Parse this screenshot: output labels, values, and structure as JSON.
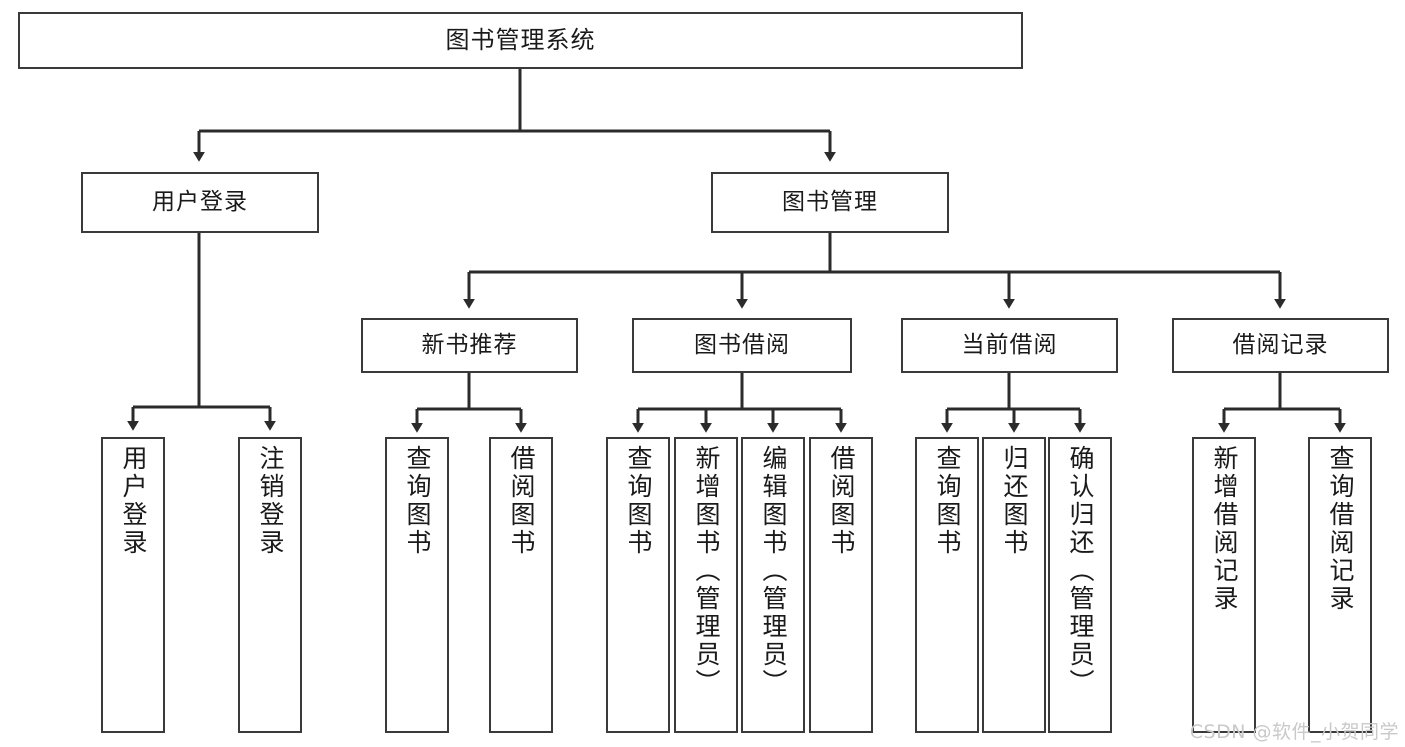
{
  "diagram": {
    "title": "图书管理系统",
    "type": "tree",
    "watermark": "CSDN @软件_小贺同学",
    "colors": {
      "box_border": "#3a3a3a",
      "box_fill": "#ffffff",
      "edge": "#2b2b2b",
      "text": "#1a1a1a",
      "watermark": "#c9c9c9",
      "background": "#ffffff"
    },
    "nodes": {
      "root": {
        "label": "图书管理系统",
        "orientation": "horizontal"
      },
      "level2": [
        {
          "id": "user-login",
          "label": "用户登录",
          "orientation": "horizontal"
        },
        {
          "id": "book-manage",
          "label": "图书管理",
          "orientation": "horizontal"
        }
      ],
      "level3": [
        {
          "id": "new-book-rec",
          "label": "新书推荐",
          "orientation": "horizontal"
        },
        {
          "id": "book-borrow",
          "label": "图书借阅",
          "orientation": "horizontal"
        },
        {
          "id": "current-borrow",
          "label": "当前借阅",
          "orientation": "horizontal"
        },
        {
          "id": "borrow-record",
          "label": "借阅记录",
          "orientation": "horizontal"
        }
      ],
      "leaves": {
        "user-login": [
          {
            "id": "leaf-user-login",
            "label": "用户登录",
            "orientation": "vertical"
          },
          {
            "id": "leaf-logout",
            "label": "注销登录",
            "orientation": "vertical"
          }
        ],
        "new-book-rec": [
          {
            "id": "leaf-query-book-1",
            "label": "查询图书",
            "orientation": "vertical"
          },
          {
            "id": "leaf-borrow-book-1",
            "label": "借阅图书",
            "orientation": "vertical"
          }
        ],
        "book-borrow": [
          {
            "id": "leaf-query-book-2",
            "label": "查询图书",
            "orientation": "vertical"
          },
          {
            "id": "leaf-add-book",
            "label": "新增图书（管理员）",
            "orientation": "vertical"
          },
          {
            "id": "leaf-edit-book",
            "label": "编辑图书（管理员）",
            "orientation": "vertical"
          },
          {
            "id": "leaf-borrow-book-2",
            "label": "借阅图书",
            "orientation": "vertical"
          }
        ],
        "current-borrow": [
          {
            "id": "leaf-query-book-3",
            "label": "查询图书",
            "orientation": "vertical"
          },
          {
            "id": "leaf-return-book",
            "label": "归还图书",
            "orientation": "vertical"
          },
          {
            "id": "leaf-confirm-return",
            "label": "确认归还（管理员）",
            "orientation": "vertical"
          }
        ],
        "borrow-record": [
          {
            "id": "leaf-add-record",
            "label": "新增借阅记录",
            "orientation": "vertical"
          },
          {
            "id": "leaf-query-record",
            "label": "查询借阅记录",
            "orientation": "vertical"
          }
        ]
      }
    }
  }
}
